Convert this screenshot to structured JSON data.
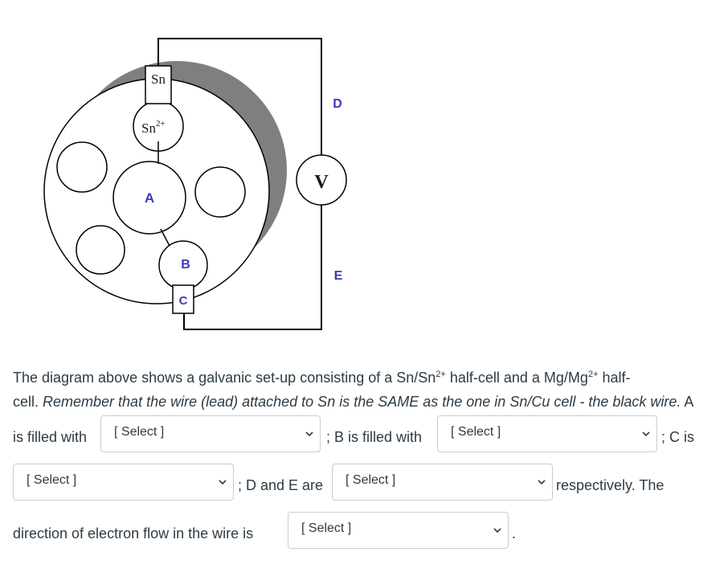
{
  "diagram": {
    "labels": {
      "sn_electrode": "Sn",
      "sn_ion": "Sn",
      "sn_ion_charge": "2+",
      "a": "A",
      "b": "B",
      "c": "C",
      "d": "D",
      "e": "E",
      "voltmeter": "V"
    }
  },
  "question": {
    "line1_part1": "The diagram above shows a galvanic set-up consisting of a Sn/Sn",
    "line1_sup1": "2+",
    "line1_part2": " half-cell and a Mg/Mg",
    "line1_sup2": "2+",
    "line1_part3": " half-",
    "line2_plain": "cell. ",
    "line2_italic": "Remember that the wire (lead) attached to Sn is the SAME as the one in Sn/Cu cell - the black wire.",
    "line2_tail": " A",
    "line3_start": "is filled with",
    "line3_mid": "; B is filled with",
    "line3_end": "; C is",
    "line4_mid": "; D and E are",
    "line4_end": "respectively. The",
    "line5_start": "direction of electron flow in the wire is",
    "line5_end": "."
  },
  "selects": {
    "a": "[ Select ]",
    "b": "[ Select ]",
    "c": "[ Select ]",
    "de": "[ Select ]",
    "flow": "[ Select ]"
  }
}
